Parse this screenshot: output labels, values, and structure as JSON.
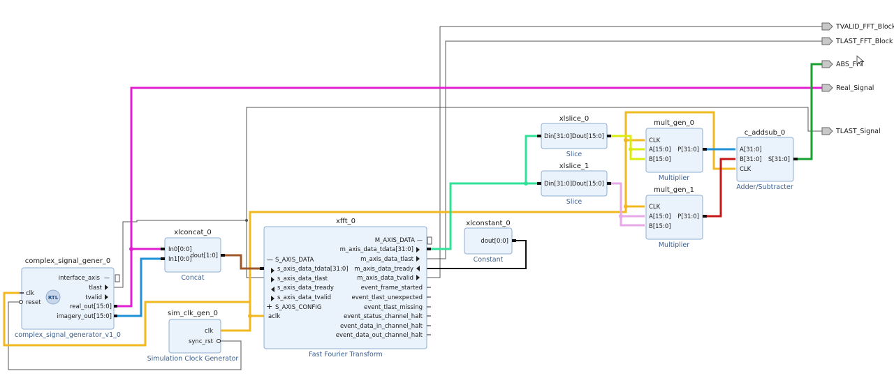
{
  "colors": {
    "block_fill": "#eaf2fb",
    "block_stroke": "#8eaed3",
    "magenta": "#e020d0",
    "orange": "#f2b820",
    "blue": "#2090d8",
    "brown": "#a0582a",
    "green_teal": "#30e098",
    "lime": "#d8ec10",
    "pink": "#e6a8e6",
    "red": "#c41818",
    "green": "#18a030"
  },
  "ports": [
    "TVALID_FFT_Block",
    "TLAST_FFT_Block",
    "ABS_FFT",
    "Real_Signal",
    "TLAST_Signal"
  ],
  "blocks": {
    "csg": {
      "name": "complex_signal_gener_0",
      "subtitle": "complex_signal_generator_v1_0",
      "logo": "RTL",
      "inputs": [
        "clk",
        "reset"
      ],
      "outputs": [
        "interface_axis",
        "tlast",
        "tvalid",
        "real_out[15:0]",
        "imagery_out[15:0]"
      ]
    },
    "concat": {
      "name": "xlconcat_0",
      "subtitle": "Concat",
      "inputs": [
        "In0[0:0]",
        "In1[0:0]"
      ],
      "outputs": [
        "dout[1:0]"
      ]
    },
    "clkgen": {
      "name": "sim_clk_gen_0",
      "subtitle": "Simulation Clock Generator",
      "outputs": [
        "clk",
        "sync_rst"
      ]
    },
    "fft": {
      "name": "xfft_0",
      "subtitle": "Fast Fourier Transform",
      "inputs": [
        "S_AXIS_DATA",
        "s_axis_data_tdata[31:0]",
        "s_axis_data_tlast",
        "s_axis_data_tready",
        "s_axis_data_tvalid",
        "S_AXIS_CONFIG",
        "aclk"
      ],
      "outputs": [
        "M_AXIS_DATA",
        "m_axis_data_tdata[31:0]",
        "m_axis_data_tlast",
        "m_axis_data_tready",
        "m_axis_data_tvalid",
        "event_frame_started",
        "event_tlast_unexpected",
        "event_tlast_missing",
        "event_status_channel_halt",
        "event_data_in_channel_halt",
        "event_data_out_channel_halt"
      ]
    },
    "constant": {
      "name": "xlconstant_0",
      "subtitle": "Constant",
      "outputs": [
        "dout[0:0]"
      ]
    },
    "slice0": {
      "name": "xlslice_0",
      "subtitle": "Slice",
      "inputs": [
        "Din[31:0]"
      ],
      "outputs": [
        "Dout[15:0]"
      ]
    },
    "slice1": {
      "name": "xlslice_1",
      "subtitle": "Slice",
      "inputs": [
        "Din[31:0]"
      ],
      "outputs": [
        "Dout[15:0]"
      ]
    },
    "mult0": {
      "name": "mult_gen_0",
      "subtitle": "Multiplier",
      "inputs": [
        "CLK",
        "A[15:0]",
        "B[15:0]"
      ],
      "outputs": [
        "P[31:0]"
      ]
    },
    "mult1": {
      "name": "mult_gen_1",
      "subtitle": "Multiplier",
      "inputs": [
        "CLK",
        "A[15:0]",
        "B[15:0]"
      ],
      "outputs": [
        "P[31:0]"
      ]
    },
    "addsub": {
      "name": "c_addsub_0",
      "subtitle": "Adder/Subtracter",
      "inputs": [
        "A[31:0]",
        "B[31:0]",
        "CLK"
      ],
      "outputs": [
        "S[31:0]"
      ]
    }
  }
}
